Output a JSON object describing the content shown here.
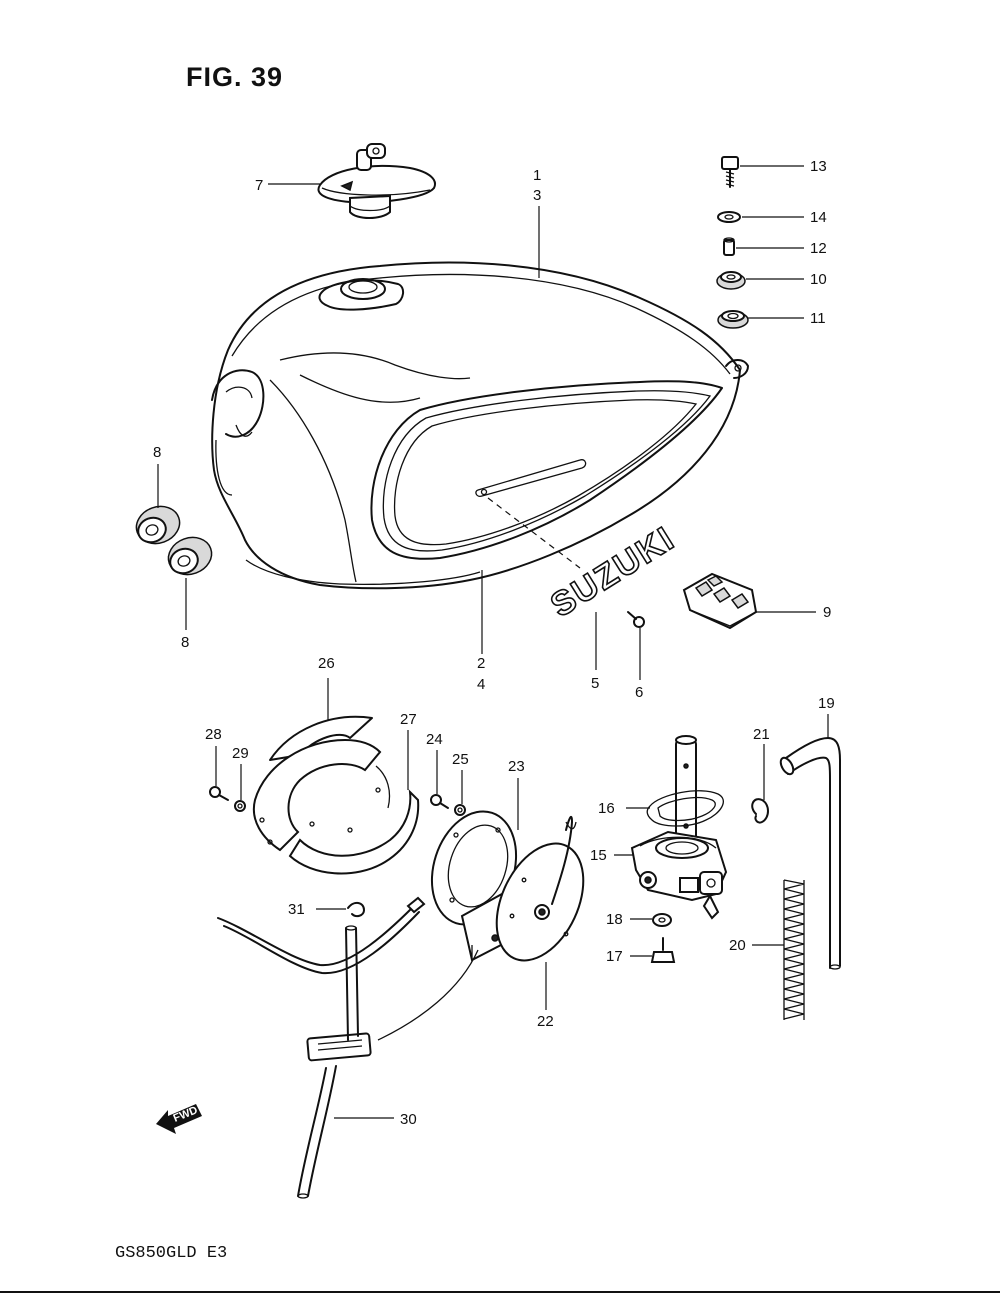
{
  "figure": {
    "title": "FIG. 39",
    "model_code": "GS850GLD E3",
    "tank_brand": "SUZUKI",
    "direction_label": "FWD"
  },
  "callouts": {
    "p1": "1",
    "p3": "3",
    "p2": "2",
    "p4": "4",
    "p5": "5",
    "p6": "6",
    "p7": "7",
    "p8a": "8",
    "p8b": "8",
    "p9": "9",
    "p10": "10",
    "p11": "11",
    "p12": "12",
    "p13": "13",
    "p14": "14",
    "p15": "15",
    "p16": "16",
    "p17": "17",
    "p18": "18",
    "p19": "19",
    "p20": "20",
    "p21": "21",
    "p22": "22",
    "p23": "23",
    "p24": "24",
    "p25": "25",
    "p26": "26",
    "p27": "27",
    "p28": "28",
    "p29": "29",
    "p30": "30",
    "p31": "31"
  }
}
